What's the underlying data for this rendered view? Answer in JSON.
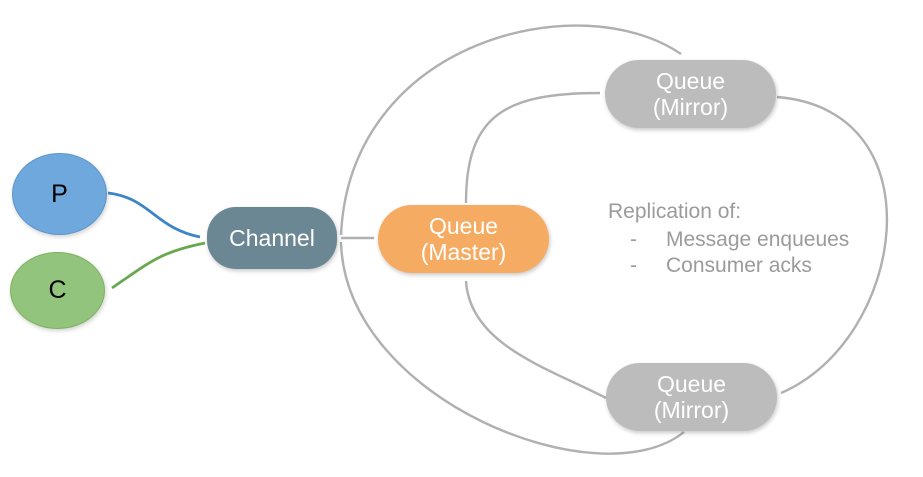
{
  "diagram": {
    "producer": {
      "label": "P"
    },
    "consumer": {
      "label": "C"
    },
    "channel": {
      "label": "Channel"
    },
    "queue_master": {
      "line1": "Queue",
      "line2": "(Master)"
    },
    "queue_mirror_top": {
      "line1": "Queue",
      "line2": "(Mirror)"
    },
    "queue_mirror_bottom": {
      "line1": "Queue",
      "line2": "(Mirror)"
    },
    "annotation": {
      "title": "Replication of:",
      "items": [
        {
          "bullet": "-",
          "text": "Message enqueues"
        },
        {
          "bullet": "-",
          "text": "Consumer acks"
        }
      ]
    },
    "colors": {
      "producer_fill": "#6fa8dc",
      "consumer_fill": "#93c47d",
      "channel_fill": "#6c8794",
      "master_fill": "#f5ab62",
      "mirror_fill": "#bcbcbc",
      "arrow_gray": "#b0b0b0",
      "arrow_blue": "#3d85c6",
      "arrow_green": "#6aa84f",
      "annotation_text": "#9b9b9b"
    }
  }
}
